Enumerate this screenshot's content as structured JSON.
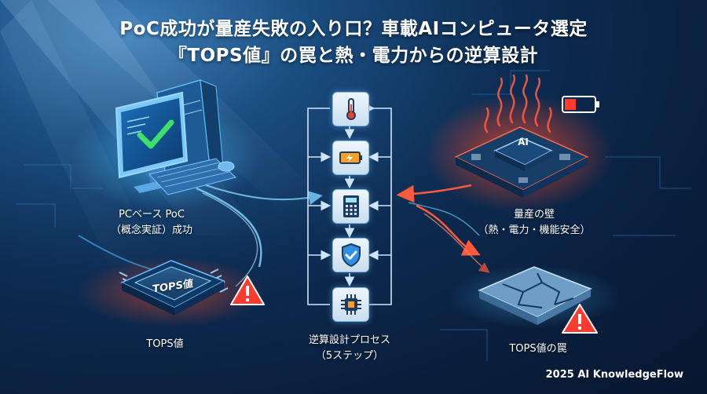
{
  "title": {
    "line1": "PoC成功が量産失敗の入り口？車載AIコンピュータ選定",
    "line2": "『TOPS値』の罠と熱・電力からの逆算設計"
  },
  "left": {
    "poc_label_line1": "PCベース PoC",
    "poc_label_line2": "（概念実証）成功",
    "chip_text": "TOPS値",
    "chip_caption": "TOPS値"
  },
  "center": {
    "process_label_line1": "逆算設計プロセス",
    "process_label_line2": "（5ステップ）",
    "steps": [
      "thermometer-icon",
      "battery-icon",
      "calculator-icon",
      "shield-check-icon",
      "chip-icon"
    ]
  },
  "right": {
    "wall_label_line1": "量産の壁",
    "wall_label_line2": "（熱・電力・機能安全）",
    "ai_chip_text": "AI",
    "trap_caption": "TOPS値の罠"
  },
  "footer": "2025 AI KnowledgeFlow",
  "colors": {
    "accent_blue": "#4fb8ff",
    "alert_red": "#ff3b2f",
    "check_green": "#3ee06a"
  }
}
